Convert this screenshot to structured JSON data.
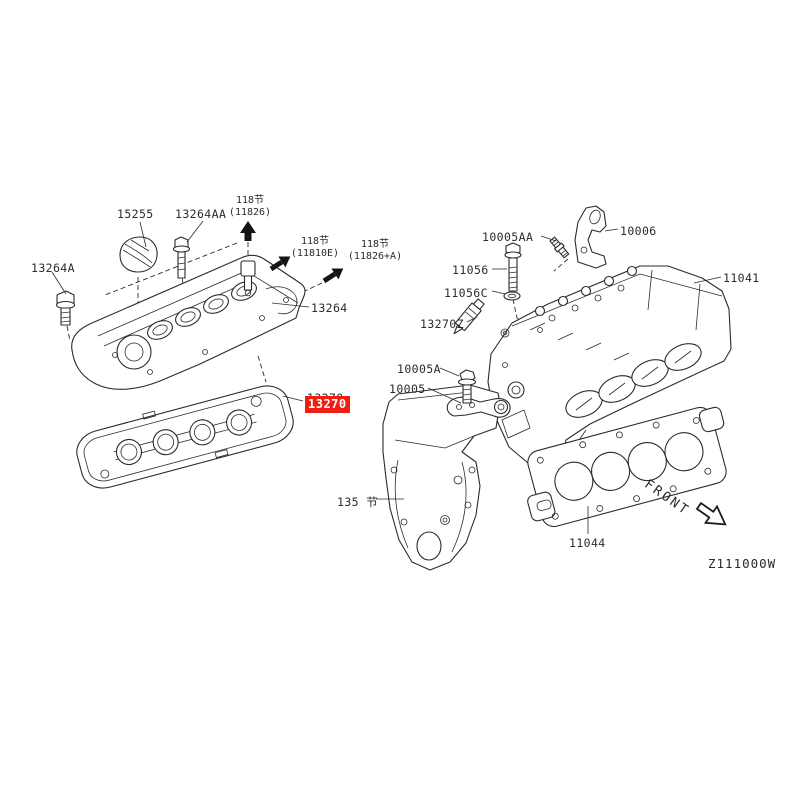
{
  "diagram": {
    "code": "Z111000W",
    "front": "FRONT",
    "colors": {
      "line": "#2b2b2b",
      "highlight_bg": "#f01d12",
      "highlight_text": "#ffffff"
    },
    "parts": {
      "oil_filler_cap": "15255",
      "cover_bolt_aa": "13264AA",
      "cover_bolt_a": "13264A",
      "valve_cover": "13264",
      "valve_cover_gasket": "13270",
      "stud": "10005AA",
      "lift_bracket": "10006",
      "head_bolt": "11056",
      "head_bolt_washer": "11056C",
      "liquid_gasket": "13270Z",
      "cylinder_head": "11041",
      "bracket_bolt": "10005A",
      "bracket": "10005",
      "head_gasket": "11044"
    },
    "section_refs": {
      "sec_11826": {
        "line1": "118节",
        "line2": "(11826)"
      },
      "sec_11810e": {
        "line1": "118节",
        "line2": "(11810E)"
      },
      "sec_11826a": {
        "line1": "118节",
        "line2": "(11826+A)"
      },
      "sec_135": "135 节"
    }
  }
}
